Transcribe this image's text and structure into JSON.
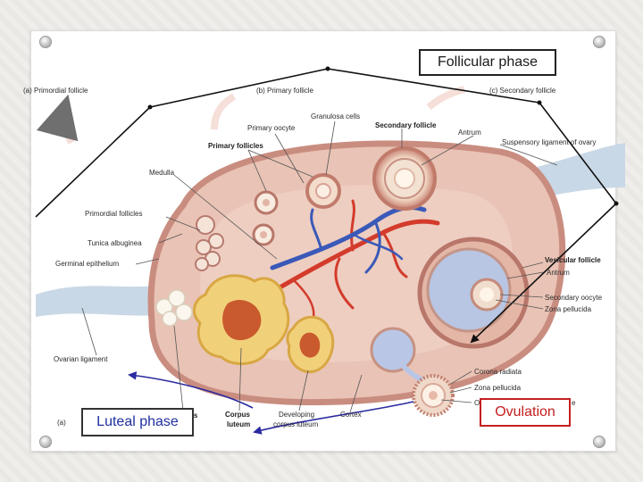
{
  "colors": {
    "follicular_box_border": "#222222",
    "luteal_text": "#1f2fa0",
    "ovulation_text": "#c42020",
    "ovulation_border": "#c42020",
    "ovary_fill": "#e7c1b3",
    "cortex_edge": "#c98d80",
    "artery": "#d33b2b",
    "vein": "#3a59b8",
    "corpus_luteum": "#f1d07a",
    "arrow_blue": "#2a2aa0",
    "arrow_black": "#111111"
  },
  "phases": {
    "follicular": "Follicular phase",
    "luteal": "Luteal phase",
    "ovulation": "Ovulation"
  },
  "insets": {
    "a": "(a) Primordial follicle",
    "b": "(b) Primary follicle",
    "c": "(c) Secondary follicle"
  },
  "labels": {
    "primary_oocyte": "Primary oocyte",
    "granulosa_cells": "Granulosa cells",
    "secondary_follicle": "Secondary follicle",
    "antrum_top": "Antrum",
    "suspensory_ligament": "Suspensory ligament of ovary",
    "primary_follicles": "Primary follicles",
    "medulla": "Medulla",
    "primordial_follicles": "Primordial follicles",
    "tunica_albuginea": "Tunica albuginea",
    "germinal_epithelium": "Germinal epithelium",
    "ovarian_ligament": "Ovarian ligament",
    "vesicular_follicle": "Vesicular follicle",
    "antrum": "Antrum",
    "secondary_oocyte": "Secondary oocyte",
    "zona_pellucida": "Zona pellucida",
    "corona_radiata": "Corona radiata",
    "zona_pellucida_2": "Zona pellucida",
    "oocyte_partial": "O",
    "partial_right": "e",
    "corpus_albicans_partial": "ns",
    "corpus_luteum_1": "Corpus",
    "corpus_luteum_2": "luteum",
    "developing_cl_1": "Developing",
    "developing_cl_2": "corpus luteum",
    "cortex": "Cortex",
    "figure_letter": "(a)"
  }
}
